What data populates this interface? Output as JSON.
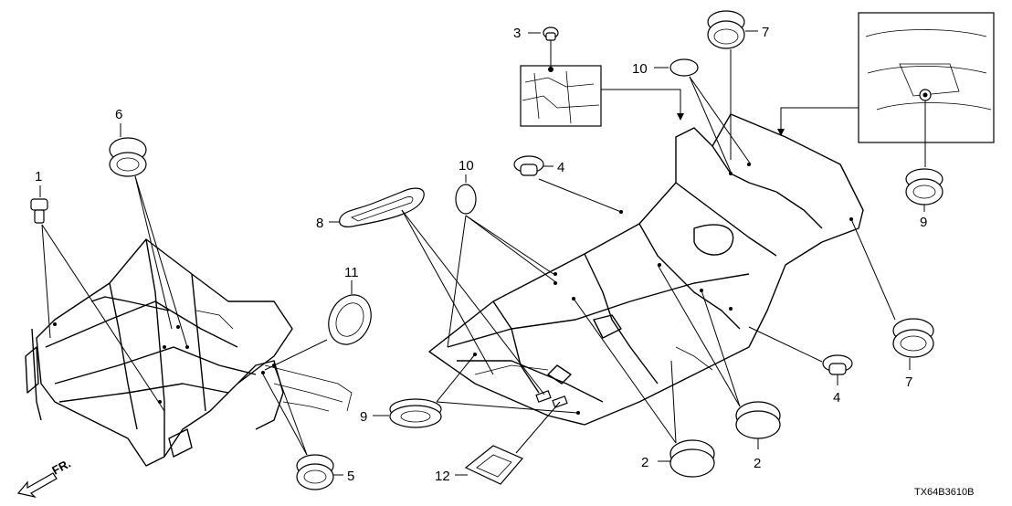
{
  "diagram": {
    "drawing_code": "TX64B3610B",
    "direction_label": "FR.",
    "callouts": [
      {
        "id": "c1",
        "label": "1"
      },
      {
        "id": "c2a",
        "label": "2"
      },
      {
        "id": "c2b",
        "label": "2"
      },
      {
        "id": "c3",
        "label": "3"
      },
      {
        "id": "c4a",
        "label": "4"
      },
      {
        "id": "c4b",
        "label": "4"
      },
      {
        "id": "c5",
        "label": "5"
      },
      {
        "id": "c6",
        "label": "6"
      },
      {
        "id": "c7a",
        "label": "7"
      },
      {
        "id": "c7b",
        "label": "7"
      },
      {
        "id": "c8",
        "label": "8"
      },
      {
        "id": "c9a",
        "label": "9"
      },
      {
        "id": "c9b",
        "label": "9"
      },
      {
        "id": "c10a",
        "label": "10"
      },
      {
        "id": "c10b",
        "label": "10"
      },
      {
        "id": "c11",
        "label": "11"
      },
      {
        "id": "c12",
        "label": "12"
      }
    ]
  }
}
